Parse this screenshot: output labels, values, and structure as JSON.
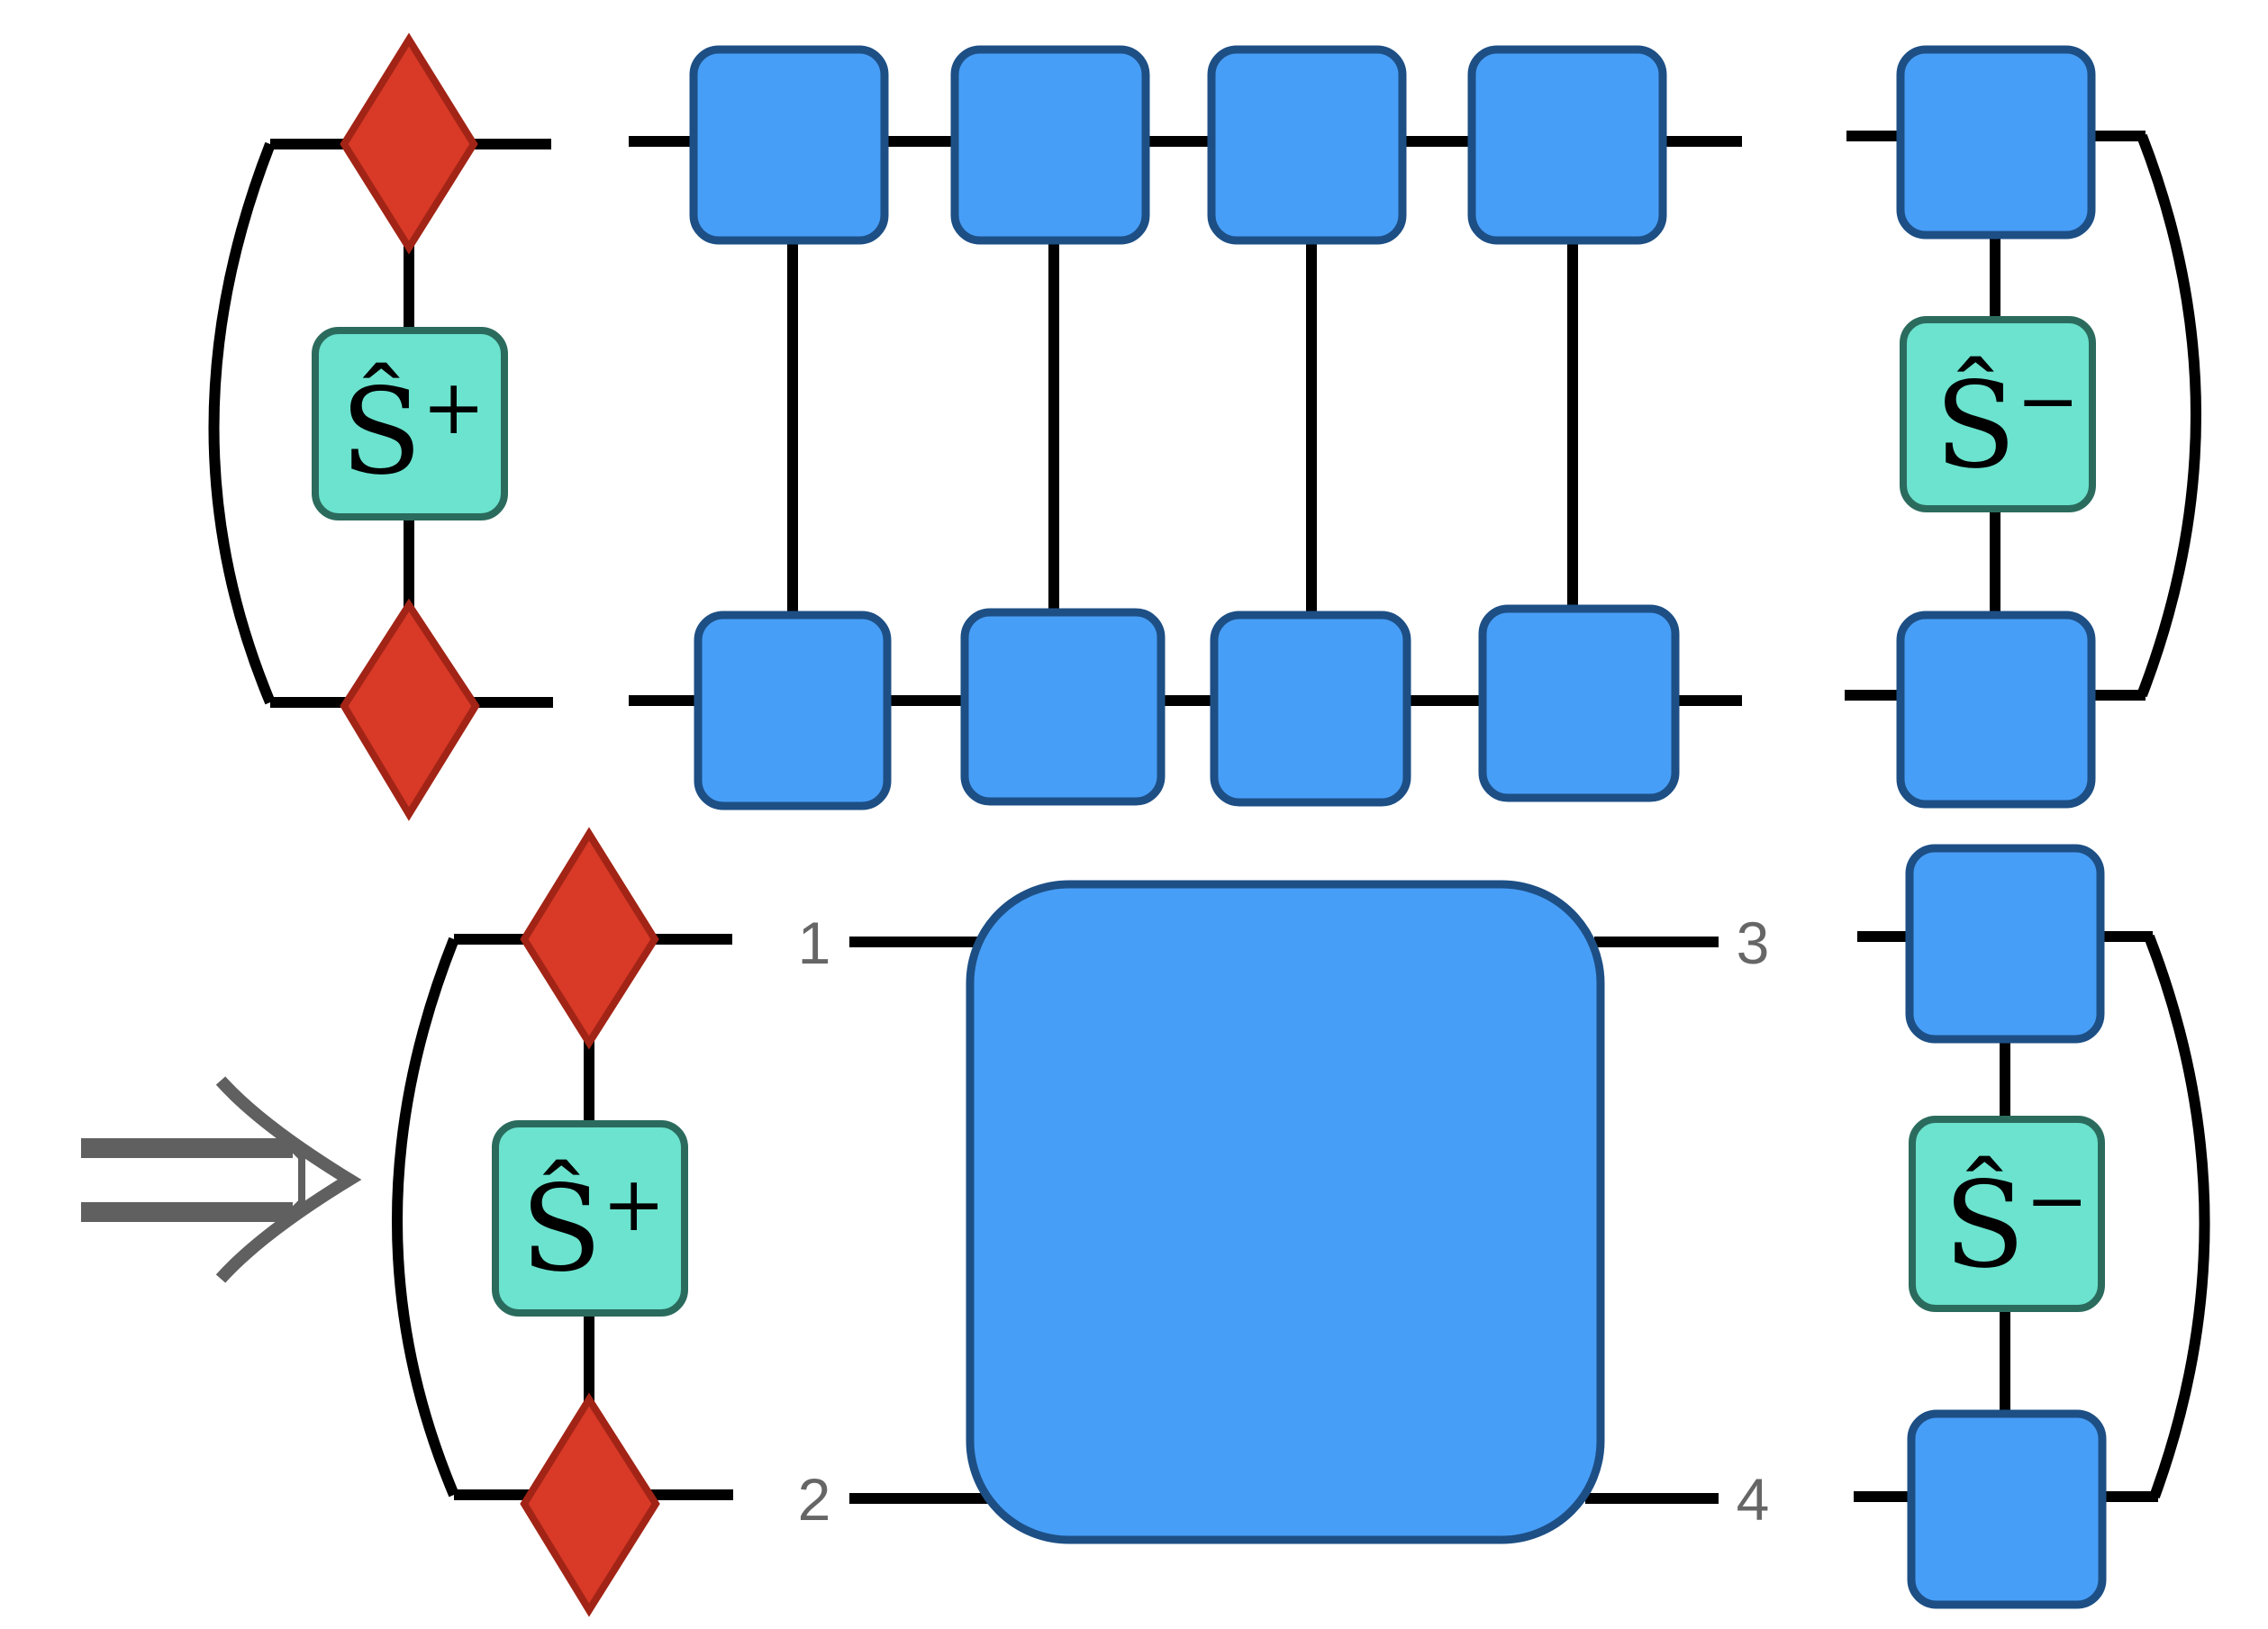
{
  "colors": {
    "background": "#ffffff",
    "wire": "#000000",
    "tensor_fill": "#479ef7",
    "tensor_stroke": "#1d4f85",
    "diamond_fill": "#d83a27",
    "diamond_stroke": "#a22416",
    "operator_fill": "#6be3ce",
    "operator_stroke": "#2b6b5d",
    "label_gray": "#666666",
    "arrow_gray": "#606060"
  },
  "operators": {
    "s_plus": {
      "base": "Ŝ",
      "sup": "+"
    },
    "s_minus": {
      "base": "Ŝ",
      "sup": "−"
    }
  },
  "port_labels": [
    "1",
    "2",
    "3",
    "4"
  ],
  "icons": {
    "implies": "double-right-arrow-icon"
  }
}
